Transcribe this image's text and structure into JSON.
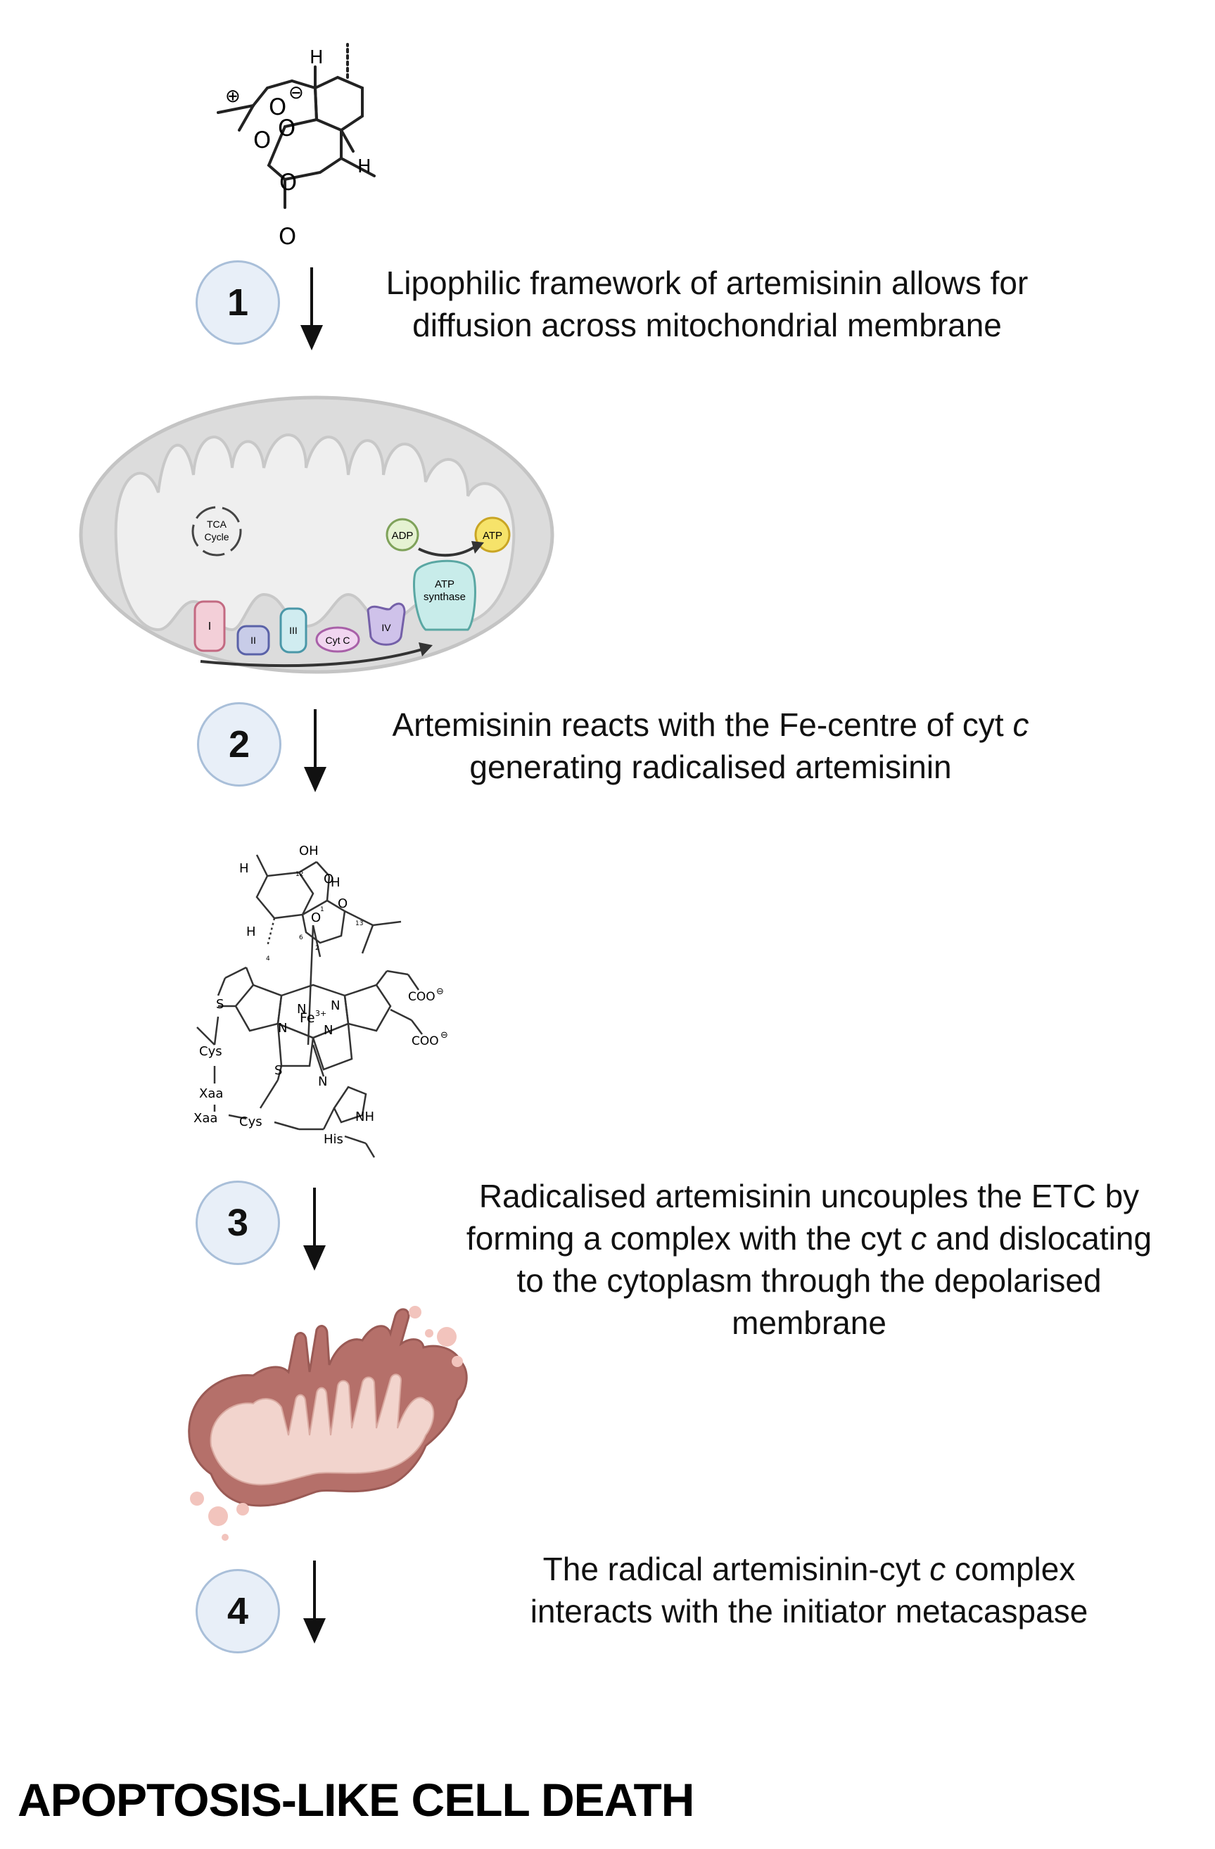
{
  "steps": [
    {
      "number": "1",
      "line1": "Lipophilic framework of artemisinin allows for",
      "line2": "diffusion across mitochondrial membrane"
    },
    {
      "number": "2",
      "line1_pre": "Artemisinin reacts with the Fe-centre of cyt ",
      "line1_italic": "c",
      "line2": "generating radicalised artemisinin"
    },
    {
      "number": "3",
      "line1": "Radicalised artemisinin uncouples the ETC by",
      "line2_pre": "forming a complex with the cyt ",
      "line2_italic": "c",
      "line2_post": " and dislocating",
      "line3": "to the cytoplasm through the depolarised",
      "line4": "membrane"
    },
    {
      "number": "4",
      "line1_pre": "The radical artemisinin-cyt ",
      "line1_italic": "c",
      "line1_post": " complex",
      "line2": "interacts with the initiator metacaspase"
    }
  ],
  "final_label": "APOPTOSIS-LIKE CELL DEATH",
  "mitochondrion": {
    "tca_line1": "TCA",
    "tca_line2": "Cycle",
    "adp": "ADP",
    "atp": "ATP",
    "atp_synthase_line1": "ATP",
    "atp_synthase_line2": "synthase",
    "complex_1": "I",
    "complex_2": "II",
    "complex_3": "III",
    "cyt_c": "Cyt C",
    "complex_4": "IV"
  },
  "structure_artemisinin": {
    "h_top": "H",
    "h_right": "H",
    "o1": "O",
    "o2": "O",
    "o3": "O",
    "o4": "O",
    "o_carbonyl": "O",
    "plus": "⊕",
    "minus": "⊖"
  },
  "structure_complex": {
    "oh": "OH",
    "h1": "H",
    "h2": "H",
    "h3": "H",
    "o_ring": "O",
    "o_a": "O",
    "o_b": "O",
    "n12": "12",
    "n1": "1",
    "n13": "13",
    "n4": "4",
    "n6": "6",
    "n2": "2",
    "coo1": "COO",
    "coo2": "COO",
    "fe": "Fe",
    "fe_charge": "3+",
    "n_a": "N",
    "n_b": "N",
    "n_c": "N",
    "n_d": "N",
    "n_e": "N",
    "nh": "NH",
    "s1": "S",
    "s2": "S",
    "cys1": "Cys",
    "cys2": "Cys",
    "xaa1": "Xaa",
    "xaa2": "Xaa",
    "his": "His"
  },
  "colors": {
    "circle_fill": "#e8eff8",
    "circle_border": "#a9bfd9",
    "damaged_mito": "#b5706a",
    "damaged_inner": "#f2d4cd"
  }
}
